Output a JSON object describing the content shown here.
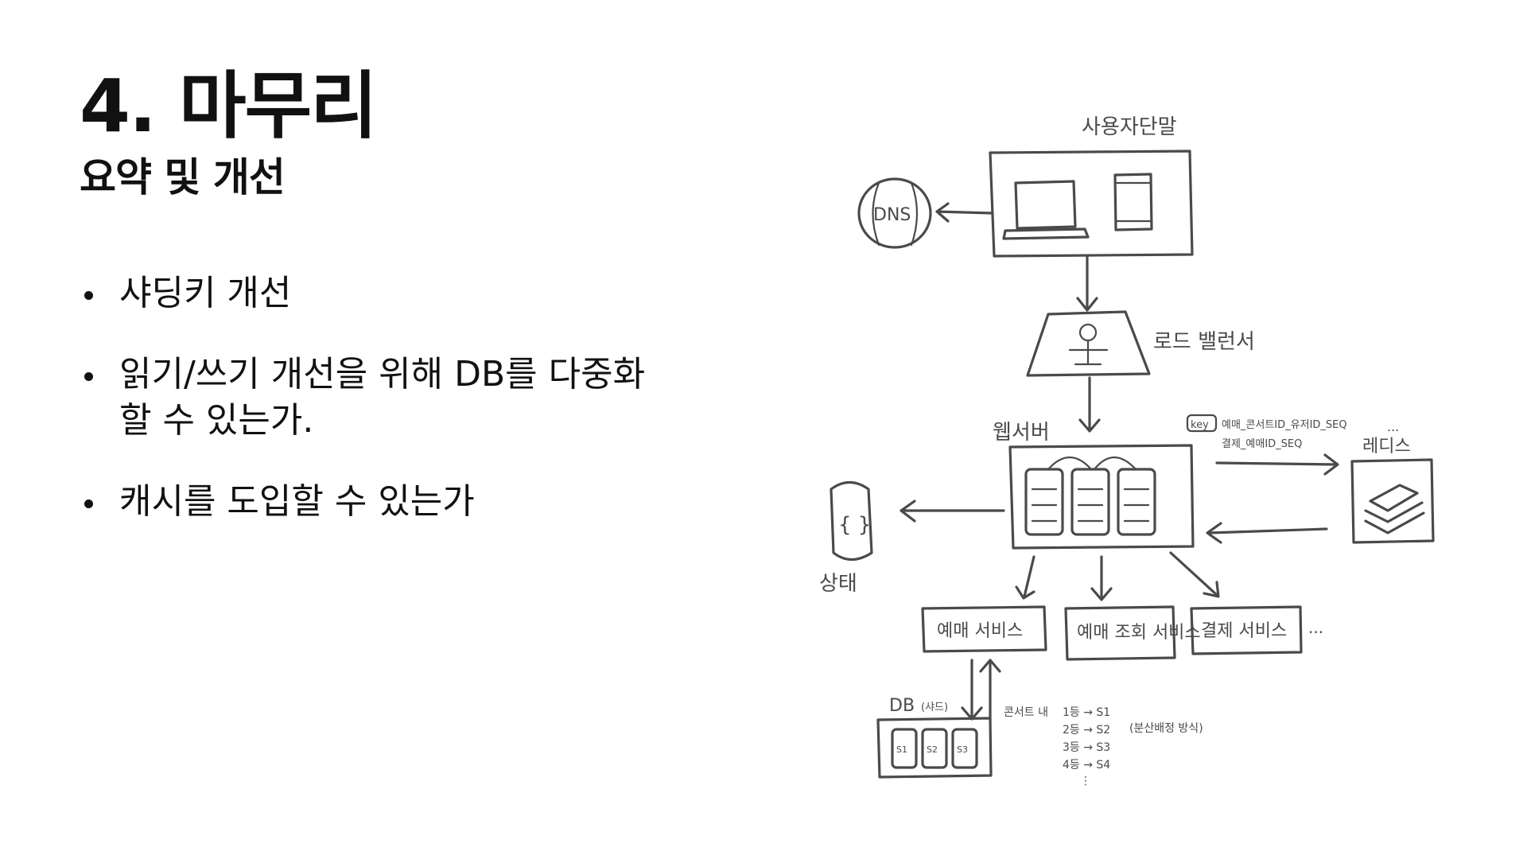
{
  "slide": {
    "title": "4. 마무리",
    "subtitle": "요약 및 개선",
    "bullets": [
      "샤딩키 개선",
      "읽기/쓰기 개선을 위해 DB를 다중화 할 수 있는가.",
      "캐시를 도입할 수 있는가"
    ]
  },
  "diagram": {
    "client_label": "사용자단말",
    "dns_label": "DNS",
    "lb_label": "로드 밸런서",
    "webserver_label": "웹서버",
    "state_label": "상태",
    "redis_label": "레디스",
    "key_tag": "key",
    "key_lines": [
      "예매_콘서트ID_유저ID_SEQ",
      "결제_예매ID_SEQ"
    ],
    "ellipsis": "...",
    "services": [
      "예매 서비스",
      "예매 조회 서비스",
      "결제 서비스"
    ],
    "db_label": "DB",
    "db_note": "(샤드)",
    "shards": [
      "S1",
      "S2",
      "S3"
    ],
    "shard_notes": {
      "prefix": "콘서트 내",
      "lines": [
        "1등 → S1",
        "2등 → S2",
        "3등 → S3",
        "4등 → S4",
        "⋮"
      ],
      "method": "(분산배정 방식)"
    }
  }
}
